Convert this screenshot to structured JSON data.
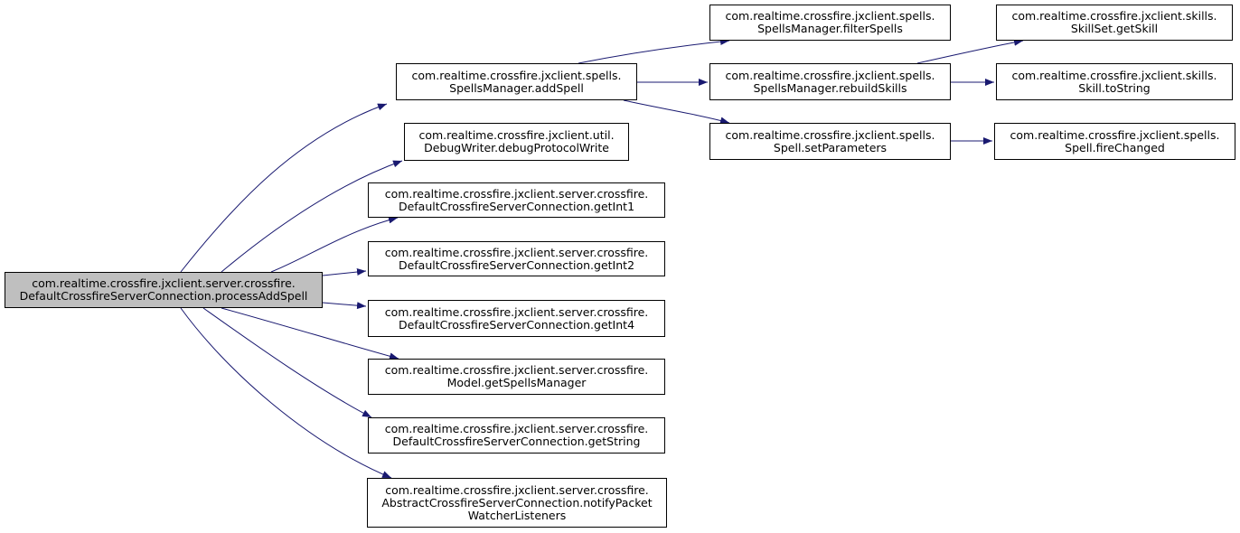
{
  "diagram": {
    "edge_color": "#191970",
    "root_fill": "#bfbfbf",
    "nodes": [
      {
        "id": "processAddSpell",
        "lines": [
          "com.realtime.crossfire.jxclient.server.crossfire.",
          "DefaultCrossfireServerConnection.processAddSpell"
        ]
      },
      {
        "id": "addSpell",
        "lines": [
          "com.realtime.crossfire.jxclient.spells.",
          "SpellsManager.addSpell"
        ]
      },
      {
        "id": "debugProtocolWrite",
        "lines": [
          "com.realtime.crossfire.jxclient.util.",
          "DebugWriter.debugProtocolWrite"
        ]
      },
      {
        "id": "getInt1",
        "lines": [
          "com.realtime.crossfire.jxclient.server.crossfire.",
          "DefaultCrossfireServerConnection.getInt1"
        ]
      },
      {
        "id": "getInt2",
        "lines": [
          "com.realtime.crossfire.jxclient.server.crossfire.",
          "DefaultCrossfireServerConnection.getInt2"
        ]
      },
      {
        "id": "getInt4",
        "lines": [
          "com.realtime.crossfire.jxclient.server.crossfire.",
          "DefaultCrossfireServerConnection.getInt4"
        ]
      },
      {
        "id": "getSpellsManager",
        "lines": [
          "com.realtime.crossfire.jxclient.server.crossfire.",
          "Model.getSpellsManager"
        ]
      },
      {
        "id": "getString",
        "lines": [
          "com.realtime.crossfire.jxclient.server.crossfire.",
          "DefaultCrossfireServerConnection.getString"
        ]
      },
      {
        "id": "notifyPacketWatcherListeners",
        "lines": [
          "com.realtime.crossfire.jxclient.server.crossfire.",
          "AbstractCrossfireServerConnection.notifyPacket",
          "WatcherListeners"
        ]
      },
      {
        "id": "filterSpells",
        "lines": [
          "com.realtime.crossfire.jxclient.spells.",
          "SpellsManager.filterSpells"
        ]
      },
      {
        "id": "rebuildSkills",
        "lines": [
          "com.realtime.crossfire.jxclient.spells.",
          "SpellsManager.rebuildSkills"
        ]
      },
      {
        "id": "setParameters",
        "lines": [
          "com.realtime.crossfire.jxclient.spells.",
          "Spell.setParameters"
        ]
      },
      {
        "id": "getSkill",
        "lines": [
          "com.realtime.crossfire.jxclient.skills.",
          "SkillSet.getSkill"
        ]
      },
      {
        "id": "toString",
        "lines": [
          "com.realtime.crossfire.jxclient.skills.",
          "Skill.toString"
        ]
      },
      {
        "id": "fireChanged",
        "lines": [
          "com.realtime.crossfire.jxclient.spells.",
          "Spell.fireChanged"
        ]
      }
    ],
    "edges": [
      {
        "from": "processAddSpell",
        "to": "addSpell"
      },
      {
        "from": "processAddSpell",
        "to": "debugProtocolWrite"
      },
      {
        "from": "processAddSpell",
        "to": "getInt1"
      },
      {
        "from": "processAddSpell",
        "to": "getInt2"
      },
      {
        "from": "processAddSpell",
        "to": "getInt4"
      },
      {
        "from": "processAddSpell",
        "to": "getSpellsManager"
      },
      {
        "from": "processAddSpell",
        "to": "getString"
      },
      {
        "from": "processAddSpell",
        "to": "notifyPacketWatcherListeners"
      },
      {
        "from": "addSpell",
        "to": "filterSpells"
      },
      {
        "from": "addSpell",
        "to": "rebuildSkills"
      },
      {
        "from": "addSpell",
        "to": "setParameters"
      },
      {
        "from": "rebuildSkills",
        "to": "getSkill"
      },
      {
        "from": "rebuildSkills",
        "to": "toString"
      },
      {
        "from": "setParameters",
        "to": "fireChanged"
      }
    ]
  }
}
